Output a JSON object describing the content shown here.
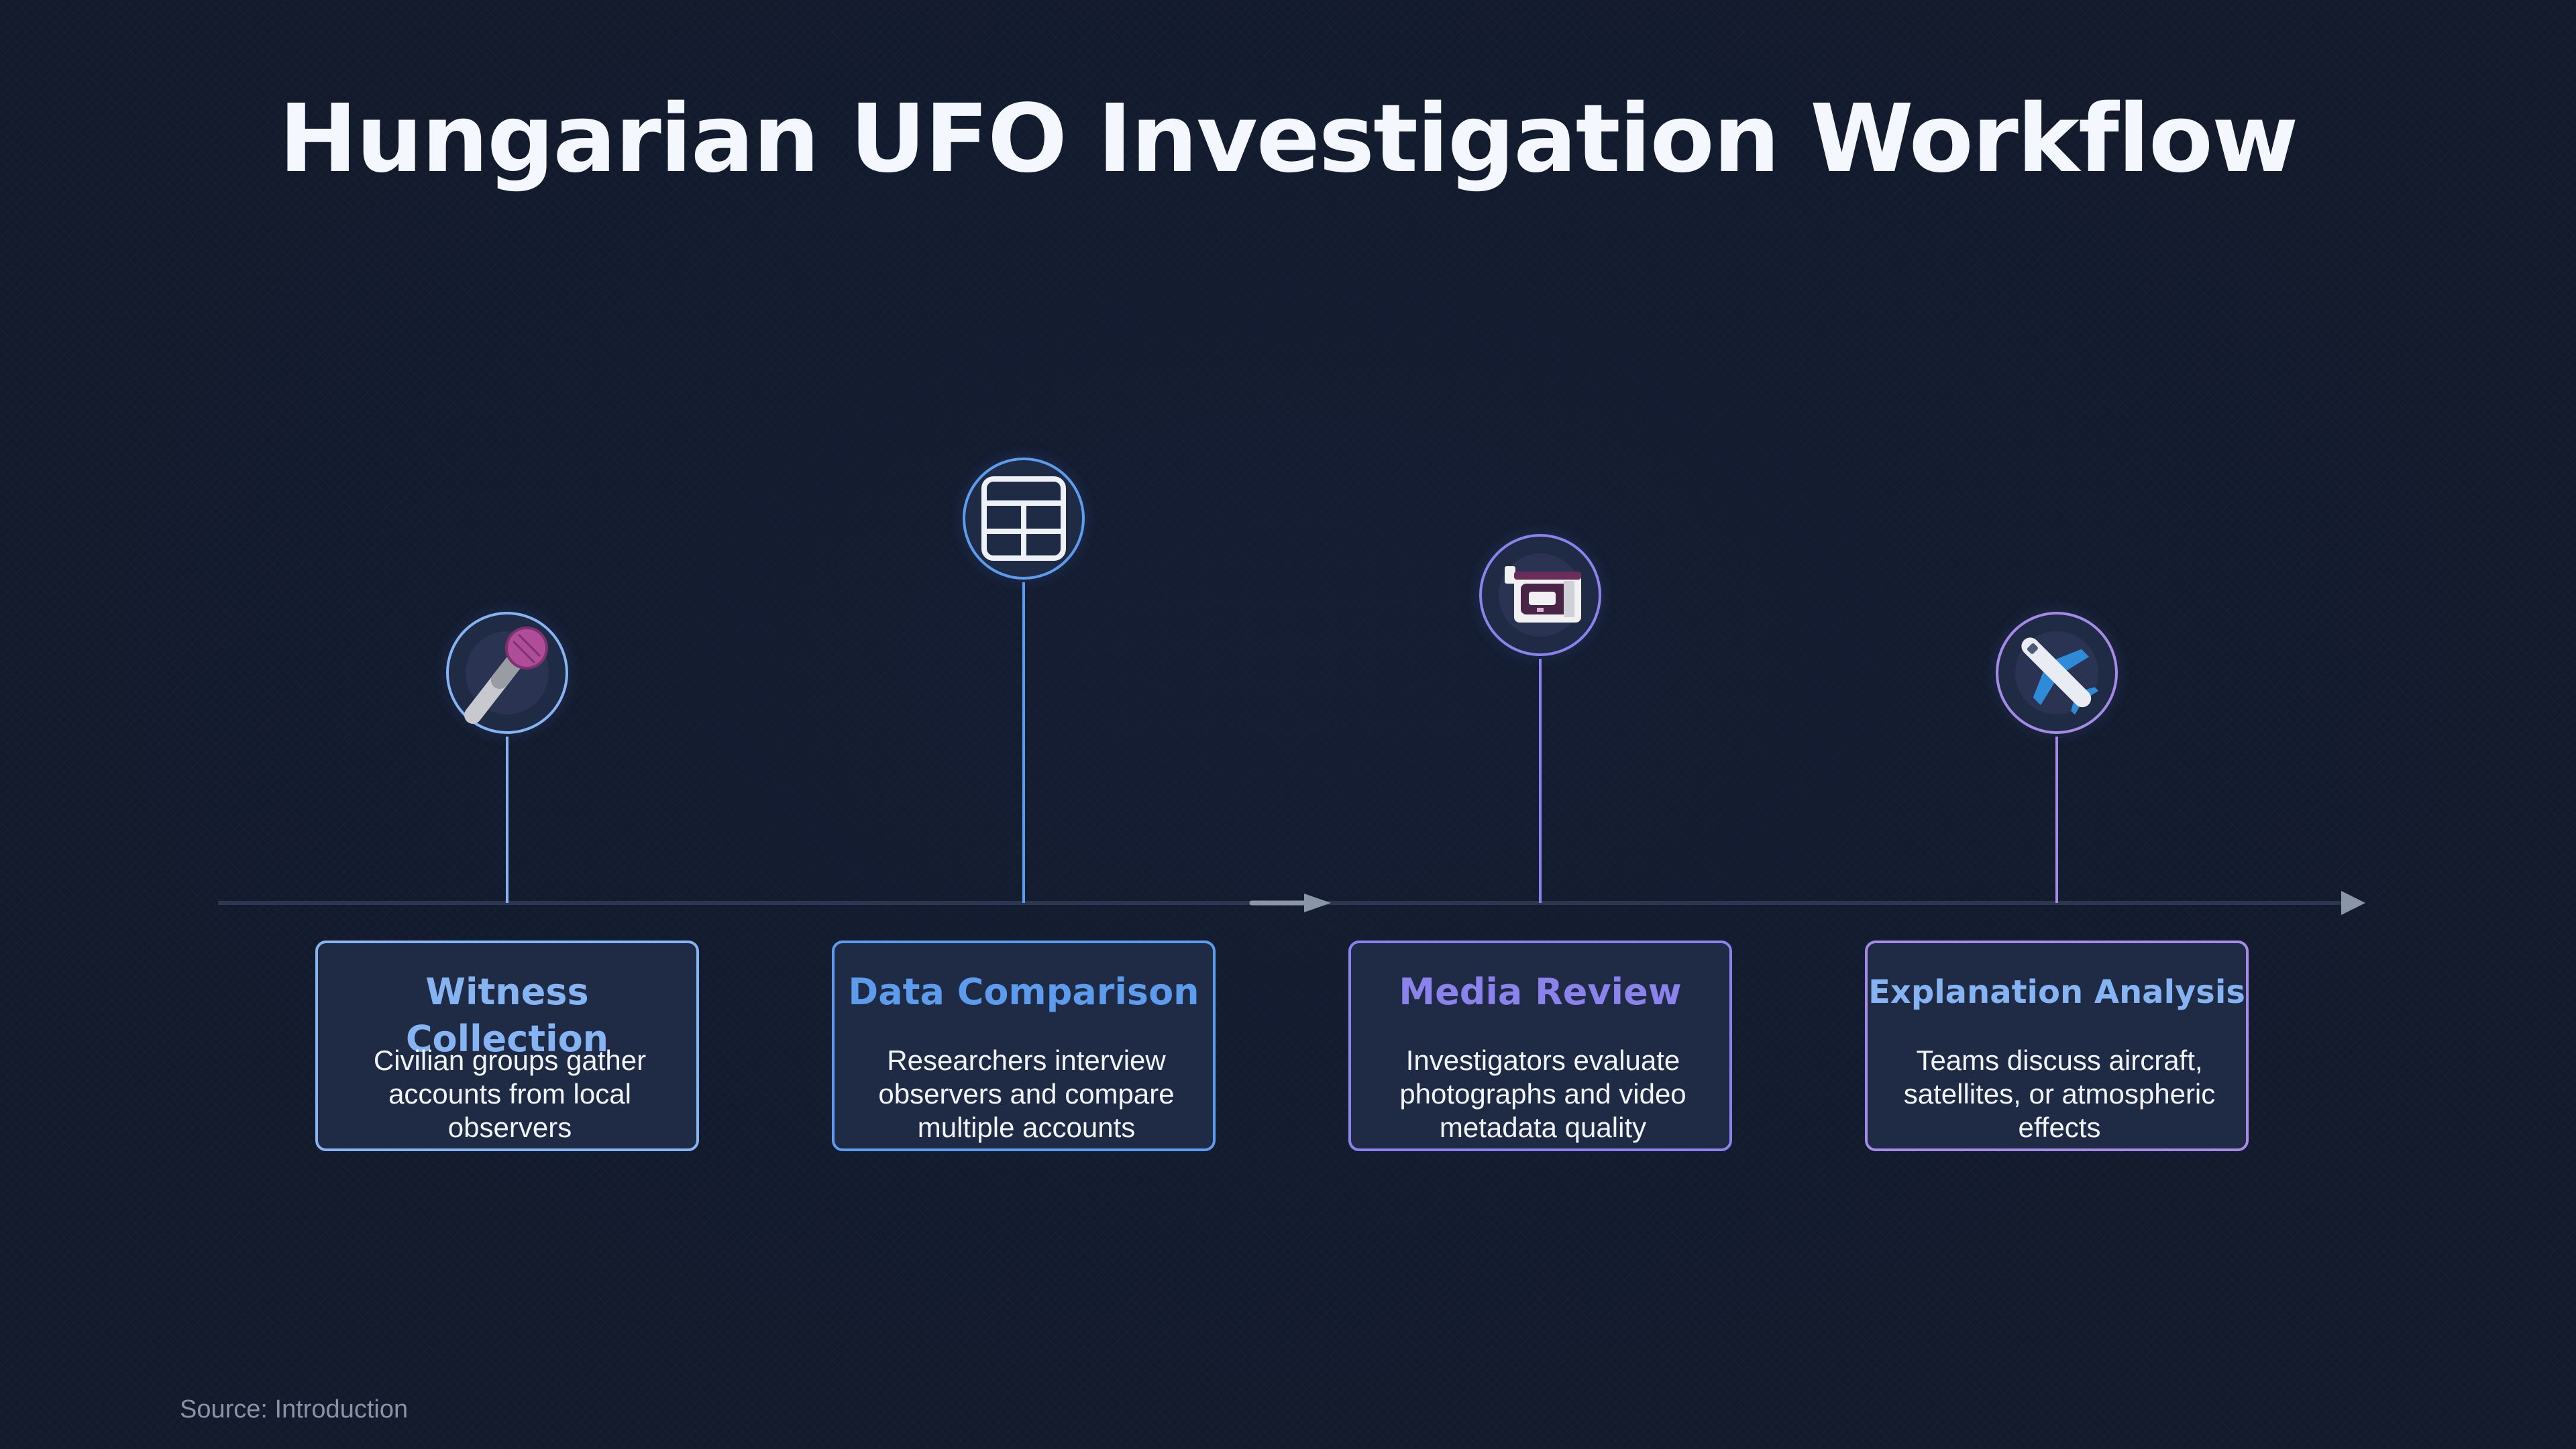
{
  "title": "Hungarian UFO Investigation Workflow",
  "source": "Source: Introduction",
  "colors": {
    "timeline": "#2c3650",
    "arrow": "#8b95a8",
    "step_1": "#86b4f2",
    "step_2": "#5d9cec",
    "step_3": "#8b82ec",
    "step_4": "#a58ae6"
  },
  "steps": [
    {
      "title": "Witness Collection",
      "description": "Civilian groups gather accounts from local observers",
      "icon": "microphone-icon",
      "color": "#86b4f2"
    },
    {
      "title": "Data Comparison",
      "description": "Researchers interview observers and compare multiple accounts",
      "icon": "table-grid-icon",
      "color": "#5d9cec"
    },
    {
      "title": "Media Review",
      "description": "Investigators evaluate photographs and video metadata quality",
      "icon": "video-camera-icon",
      "color": "#8b82ec"
    },
    {
      "title": "Explanation Analysis",
      "description": "Teams discuss aircraft, satellites, or atmospheric effects",
      "icon": "airplane-icon",
      "color": "#a58ae6"
    }
  ]
}
